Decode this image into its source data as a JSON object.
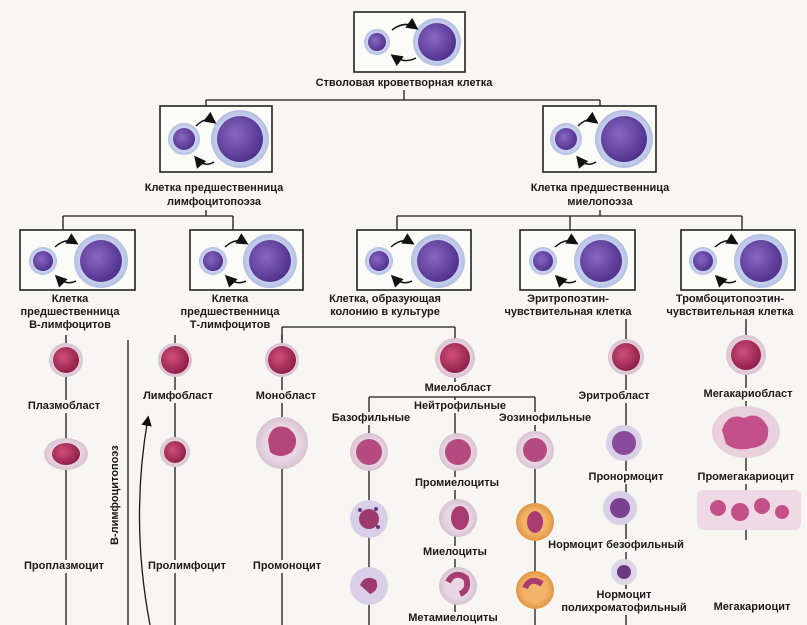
{
  "stem": "Стволовая кроветворная клетка",
  "lymph_progenitor": [
    "Клетка предшественница",
    "лимфоцитопоэза"
  ],
  "myelo_progenitor": [
    "Клетка предшественница",
    "миелопоэза"
  ],
  "b_precursor": [
    "Клетка",
    "предшественница",
    "В-лимфоцитов"
  ],
  "t_precursor": [
    "Клетка",
    "предшественница",
    "Т-лимфоцитов"
  ],
  "cfu": [
    "Клетка, образующая",
    "колонию в культуре"
  ],
  "erythro": [
    "Эритропоэтин-",
    "чувствительная клетка"
  ],
  "thrombo": [
    "Тромбоцитопоэтин-",
    "чувствительная клетка"
  ],
  "cells": {
    "plasmoblast": "Плазмобласт",
    "proplasmocyte": "Проплазмоцит",
    "lymphoblast": "Лимфобласт",
    "prolymphocyte": "Пролимфоцит",
    "monoblast": "Монобласт",
    "promonocyte": "Промоноцит",
    "myeloblast": "Миелобласт",
    "neutrophilic": "Нейтрофильные",
    "basophilic": "Базофильные",
    "eosinophilic": "Эозинофильные",
    "promyelocytes": "Промиелоциты",
    "myelocytes": "Миелоциты",
    "metamyelocytes": "Метамиелоциты",
    "erythroblast": "Эритробласт",
    "pronormocyte": "Пронормоцит",
    "normocyte_baso": "Нормоцит безофильный",
    "normocyte_poly": [
      "Нормоцит",
      "полихроматофильный"
    ],
    "megakaryoblast": "Мегакариобласт",
    "promegakaryocyte": "Промегакариоцит",
    "megakaryocyte": "Мегакариоцит"
  },
  "b_lymphopoiesis": "В-лимфоцитопоэз"
}
